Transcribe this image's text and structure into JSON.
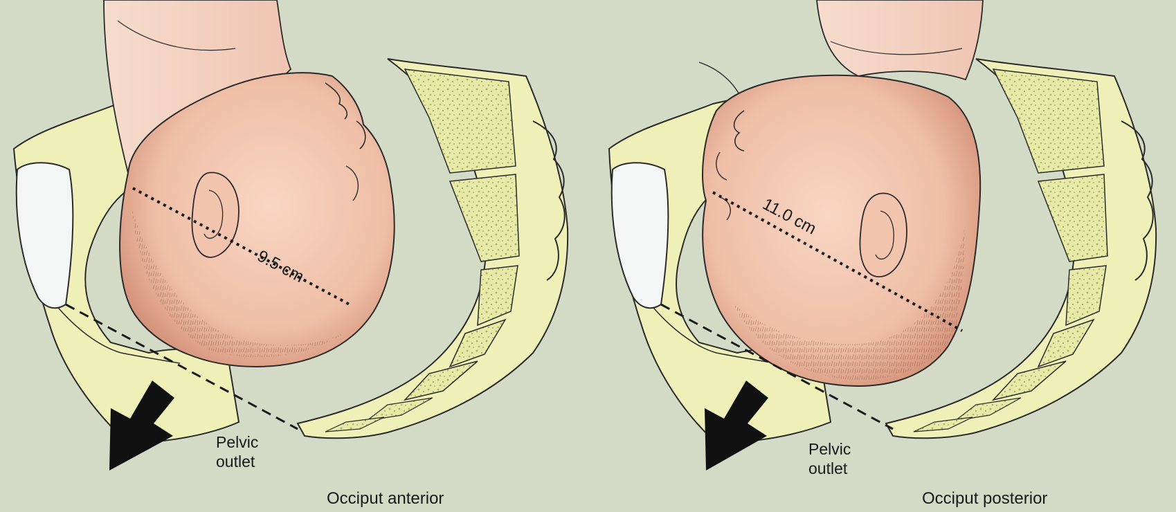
{
  "panels": [
    {
      "caption": "Occiput anterior",
      "measurement": "9.5 cm",
      "outlet_label": [
        "Pelvic",
        "outlet"
      ]
    },
    {
      "caption": "Occiput posterior",
      "measurement": "11.0 cm",
      "outlet_label": [
        "Pelvic",
        "outlet"
      ]
    }
  ],
  "colors": {
    "background": "#d3dac6",
    "bone": "#eef0b8",
    "bone_inner": "#e1e79a",
    "skin": "#f1c5b0",
    "skin_shadow": "#d99680",
    "cartilage": "#f4f6f6",
    "line": "#2a2a2a",
    "arrow": "#111111"
  }
}
